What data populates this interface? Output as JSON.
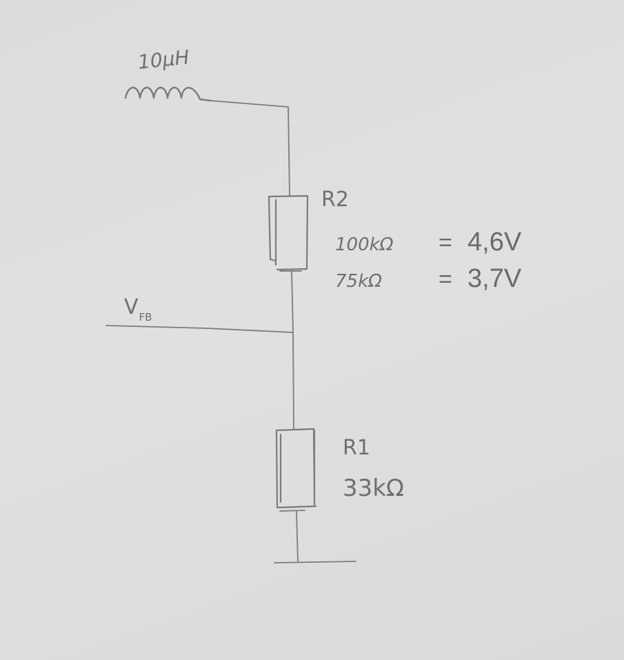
{
  "inductor": {
    "label": "10µH"
  },
  "r2": {
    "name": "R2",
    "options": [
      {
        "value": "100kΩ",
        "eq": "=",
        "vout": "4,6V"
      },
      {
        "value": "75kΩ",
        "eq": "=",
        "vout": "3,7V"
      }
    ]
  },
  "feedback": {
    "label_main": "V",
    "label_sub": "FB"
  },
  "r1": {
    "name": "R1",
    "value": "33kΩ"
  },
  "colors": {
    "paper": "#dedede",
    "pencil": "#7b7b7b",
    "text": "#6f6f6f"
  }
}
